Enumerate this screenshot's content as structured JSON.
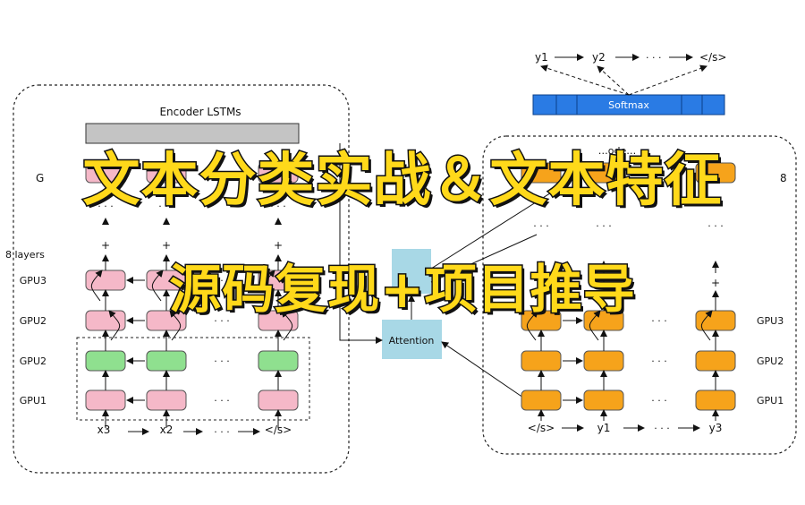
{
  "overlay": {
    "line1": "文本分类实战＆文本特征",
    "line2": "源码复现+项目推导",
    "text_color": "#ffd91a",
    "outline_color": "#111111"
  },
  "diagram": {
    "encoder_title": "Encoder LSTMs",
    "decoder_partial_title": "…ode…",
    "layers_label": "8 layers",
    "encoder_gpu_labels": [
      "GPU3",
      "GPU2",
      "GPU2",
      "GPU1"
    ],
    "decoder_gpu_labels": [
      "GPU3",
      "GPU2",
      "GPU1"
    ],
    "encoder_inputs": [
      "x3",
      "x2",
      "</s>"
    ],
    "decoder_inputs": [
      "</s>",
      "y1",
      "y3"
    ],
    "outputs": [
      "y1",
      "y2",
      "</s>"
    ],
    "softmax_label": "Softmax",
    "attention_label": "Attention",
    "ellipsis": "· · ·",
    "plus": "+",
    "partial_label_left": "G",
    "partial_label_right": "8",
    "colors": {
      "pink": "#f5b8c8",
      "green": "#8fe08f",
      "orange": "#f6a31b",
      "blue": "#2a7be4",
      "attention": "#a8d8e6",
      "gray": "#c4c4c4"
    }
  }
}
